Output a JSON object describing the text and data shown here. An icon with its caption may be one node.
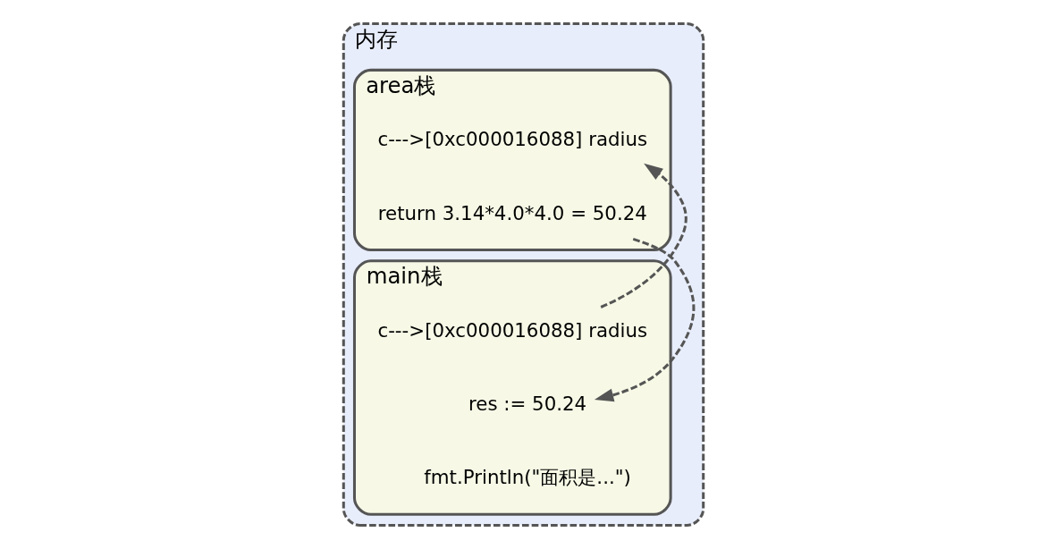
{
  "diagram": {
    "nodes": [
      {
        "text": [
          "内存"
        ]
      },
      {
        "text": [
          "area栈"
        ],
        "in": 0
      },
      {
        "text": [
          "c--->[0xc000016088] radius"
        ],
        "in": 1
      },
      {
        "text": [
          "return 3.14*4.0*4.0 = 50.24"
        ],
        "in": 1
      },
      {
        "text": [
          "main栈"
        ],
        "in": 0
      },
      {
        "text": [
          "c--->[0xc000016088] radius"
        ],
        "in": 4
      },
      {
        "text": [
          "res := 50.24"
        ],
        "in": 4
      },
      {
        "text": [
          "fmt.Println(\"面积是...\")"
        ],
        "in": 4
      }
    ],
    "edges": [
      {
        "from": 5,
        "to": 2,
        "arrow": "to",
        "style": "dashed"
      },
      {
        "from": 3,
        "to": 6,
        "arrow": "to",
        "style": "dashed"
      }
    ]
  }
}
